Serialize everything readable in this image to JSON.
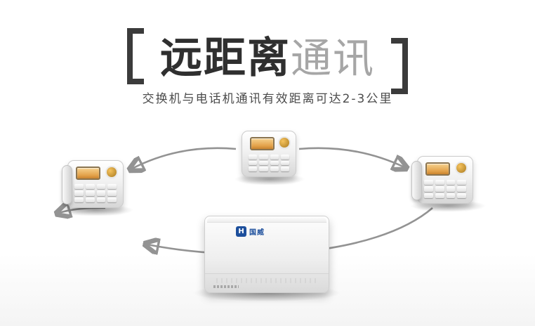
{
  "header": {
    "title_bold": "远距离",
    "title_light": "通讯",
    "subtitle": "交换机与电话机通讯有效距离可达2-3公里"
  },
  "diagram": {
    "pbx": {
      "brand_mark": "H",
      "brand_text": "国威"
    },
    "device_types": {
      "phone_count": 3,
      "pbx_count": 1
    }
  },
  "colors": {
    "title_dark": "#2f2f2f",
    "title_light": "#a6a6a6",
    "arrow": "#939393",
    "screen_amber": "#e3a24a",
    "logo_blue": "#1d4f9c"
  }
}
